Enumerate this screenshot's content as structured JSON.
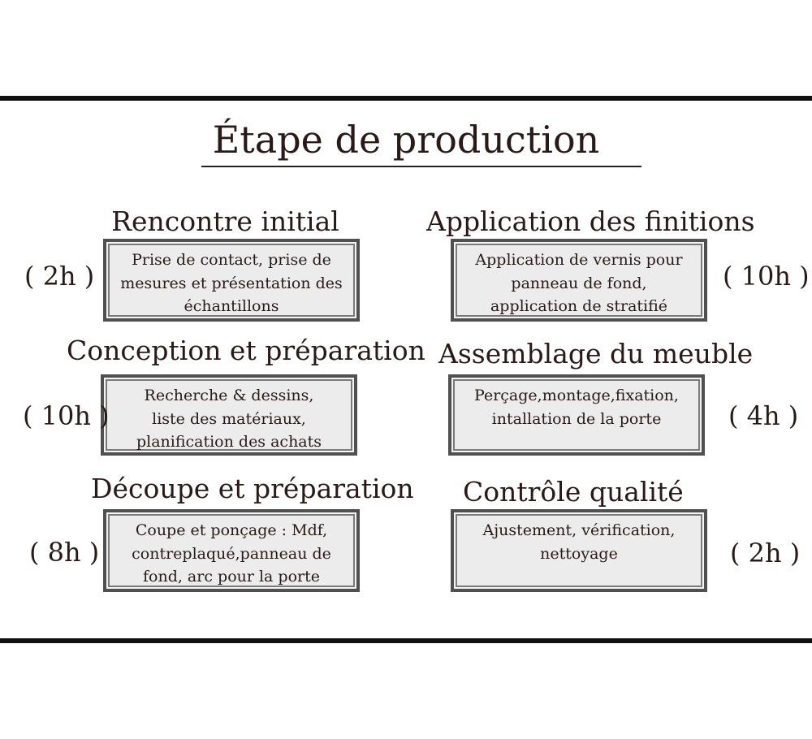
{
  "title": "Étape de production",
  "steps": [
    {
      "heading": "Rencontre initial",
      "lines": [
        "Prise de contact, prise de",
        "mesures et présentation des",
        "échantillons"
      ],
      "hours": "( 2h )"
    },
    {
      "heading": "Conception et préparation",
      "lines": [
        "Recherche & dessins,",
        "liste des matériaux,",
        "planification des achats"
      ],
      "hours": "( 10h )"
    },
    {
      "heading": "Découpe et préparation",
      "lines": [
        "Coupe et ponçage : Mdf,",
        "contreplaqué,panneau de",
        "fond, arc pour la porte"
      ],
      "hours": "( 8h )"
    },
    {
      "heading": "Application des finitions",
      "lines": [
        "Application de vernis pour",
        "panneau de fond,",
        "application de stratifié"
      ],
      "hours": "( 10h )"
    },
    {
      "heading": "Assemblage du meuble",
      "lines": [
        "Perçage,montage,fixation,",
        "intallation de la porte"
      ],
      "hours": "( 4h )"
    },
    {
      "heading": "Contrôle qualité",
      "lines": [
        "Ajustement, vérification,",
        "nettoyage"
      ],
      "hours": "( 2h )"
    }
  ]
}
